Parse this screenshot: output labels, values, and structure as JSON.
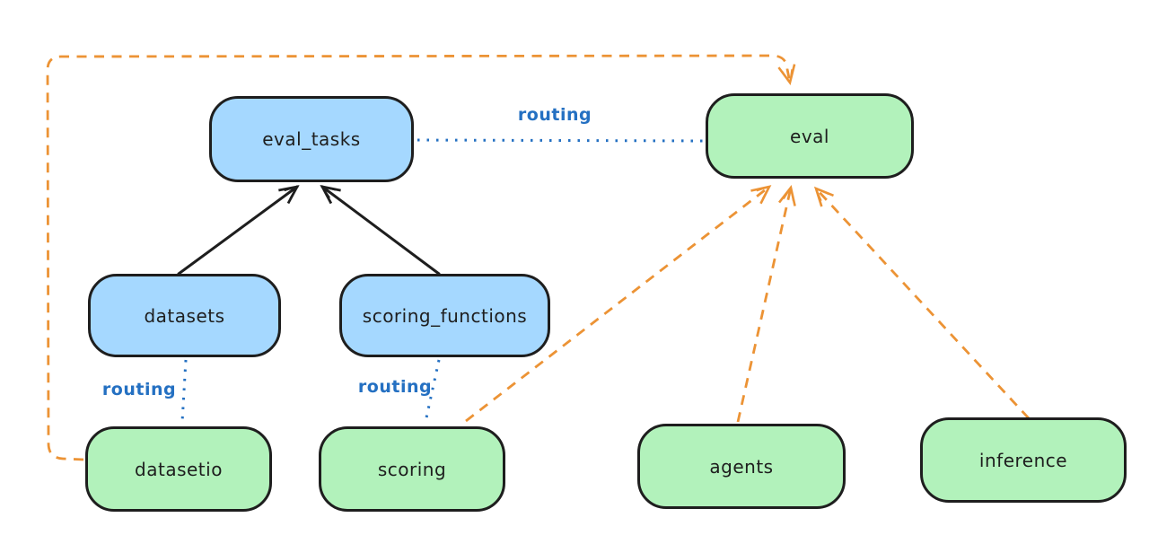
{
  "diagram": {
    "nodes": [
      {
        "id": "eval_tasks",
        "label": "eval_tasks",
        "color": "blue"
      },
      {
        "id": "eval",
        "label": "eval",
        "color": "green"
      },
      {
        "id": "datasets",
        "label": "datasets",
        "color": "blue"
      },
      {
        "id": "scoring_functions",
        "label": "scoring_functions",
        "color": "blue"
      },
      {
        "id": "datasetio",
        "label": "datasetio",
        "color": "green"
      },
      {
        "id": "scoring",
        "label": "scoring",
        "color": "green"
      },
      {
        "id": "agents",
        "label": "agents",
        "color": "green"
      },
      {
        "id": "inference",
        "label": "inference",
        "color": "green"
      }
    ],
    "edges": [
      {
        "from": "datasets",
        "to": "eval_tasks",
        "style": "solid",
        "color": "black",
        "label": ""
      },
      {
        "from": "scoring_functions",
        "to": "eval_tasks",
        "style": "solid",
        "color": "black",
        "label": ""
      },
      {
        "from": "eval_tasks",
        "to": "eval",
        "style": "dotted",
        "color": "blue",
        "label": "routing"
      },
      {
        "from": "datasets",
        "to": "datasetio",
        "style": "dotted",
        "color": "blue",
        "label": "routing"
      },
      {
        "from": "scoring_functions",
        "to": "scoring",
        "style": "dotted",
        "color": "blue",
        "label": "routing"
      },
      {
        "from": "datasetio",
        "to": "eval",
        "style": "dashed",
        "color": "orange",
        "label": ""
      },
      {
        "from": "scoring",
        "to": "eval",
        "style": "dashed",
        "color": "orange",
        "label": ""
      },
      {
        "from": "agents",
        "to": "eval",
        "style": "dashed",
        "color": "orange",
        "label": ""
      },
      {
        "from": "inference",
        "to": "eval",
        "style": "dashed",
        "color": "orange",
        "label": ""
      }
    ],
    "colors": {
      "node_blue_fill": "#a5d8ff",
      "node_green_fill": "#b2f2bb",
      "node_stroke": "#1e1e1e",
      "routing_blue": "#2470c2",
      "arrow_orange": "#ec9335",
      "arrow_black": "#1e1e1e",
      "background": "#ffffff"
    }
  }
}
